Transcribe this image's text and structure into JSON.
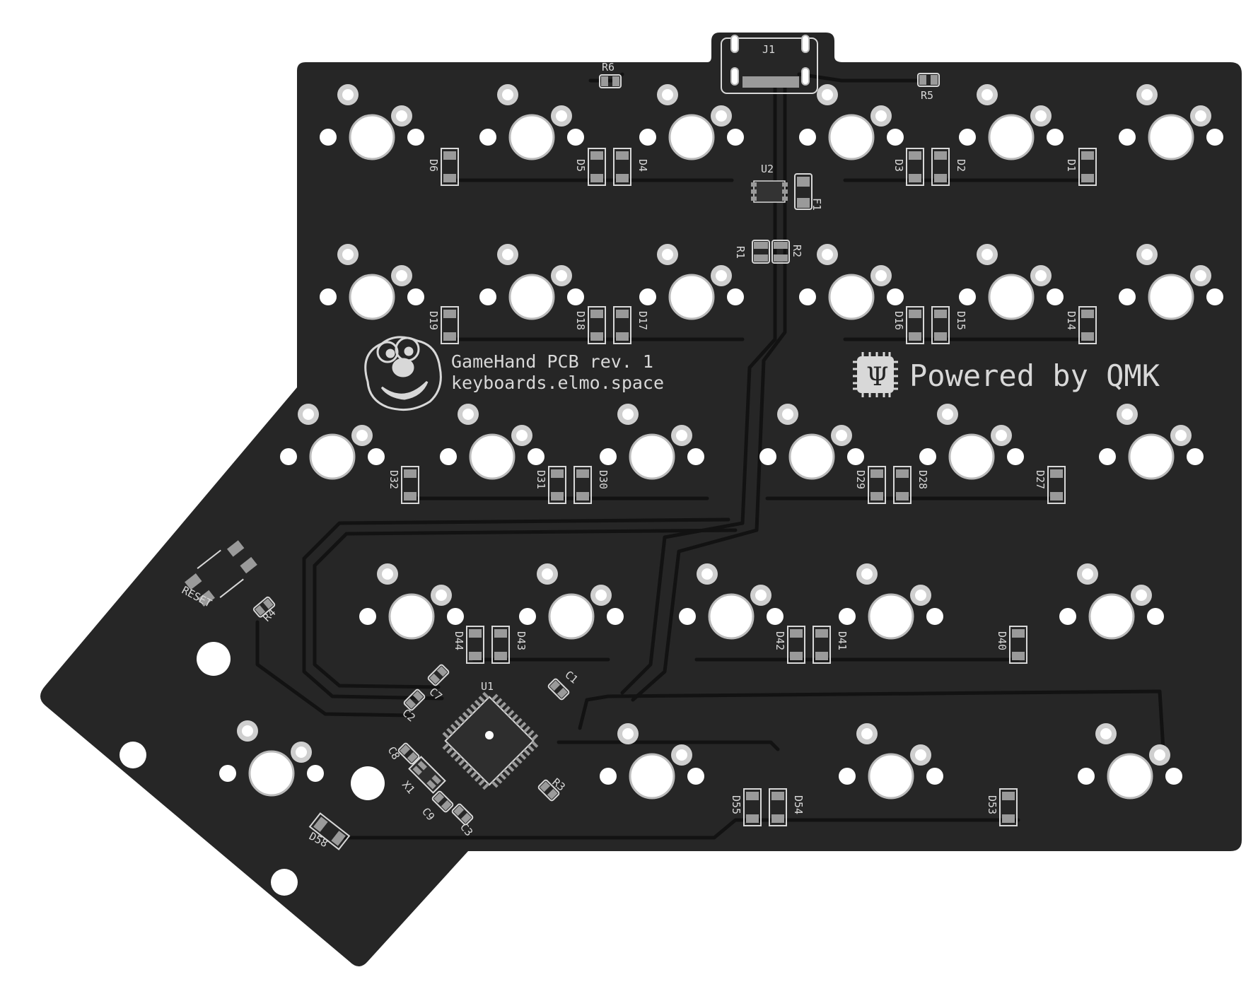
{
  "board": {
    "colors": {
      "pcb": "#262626",
      "trace": "#121212",
      "silkscreen": "#d8d8d8",
      "pad": "#9a9a9a",
      "hole": "#ffffff"
    },
    "title_line1": "GameHand PCB rev. 1",
    "title_line2": "keyboards.elmo.space",
    "qmk_text": "Powered by QMK",
    "qmk_icon": "psi-chip-icon",
    "mascot_icon": "elmo-mascot-icon",
    "components": {
      "j1": "J1",
      "r6": "R6",
      "r5": "R5",
      "u2": "U2",
      "f1": "F1",
      "r1": "R1",
      "r2": "R2",
      "reset": "RESET",
      "r4": "R4",
      "u1": "U1",
      "c7": "C7",
      "c1": "C1",
      "c2": "C2",
      "c8": "C8",
      "x1": "X1",
      "c9": "C9",
      "c3": "C3",
      "r3": "R3"
    },
    "diodes": {
      "d6": "D6",
      "d5": "D5",
      "d4": "D4",
      "d3": "D3",
      "d2": "D2",
      "d1": "D1",
      "d19": "D19",
      "d18": "D18",
      "d17": "D17",
      "d16": "D16",
      "d15": "D15",
      "d14": "D14",
      "d32": "D32",
      "d31": "D31",
      "d30": "D30",
      "d29": "D29",
      "d28": "D28",
      "d27": "D27",
      "d44": "D44",
      "d43": "D43",
      "d42": "D42",
      "d41": "D41",
      "d40": "D40",
      "d55": "D55",
      "d54": "D54",
      "d53": "D53",
      "d58": "D58"
    }
  }
}
